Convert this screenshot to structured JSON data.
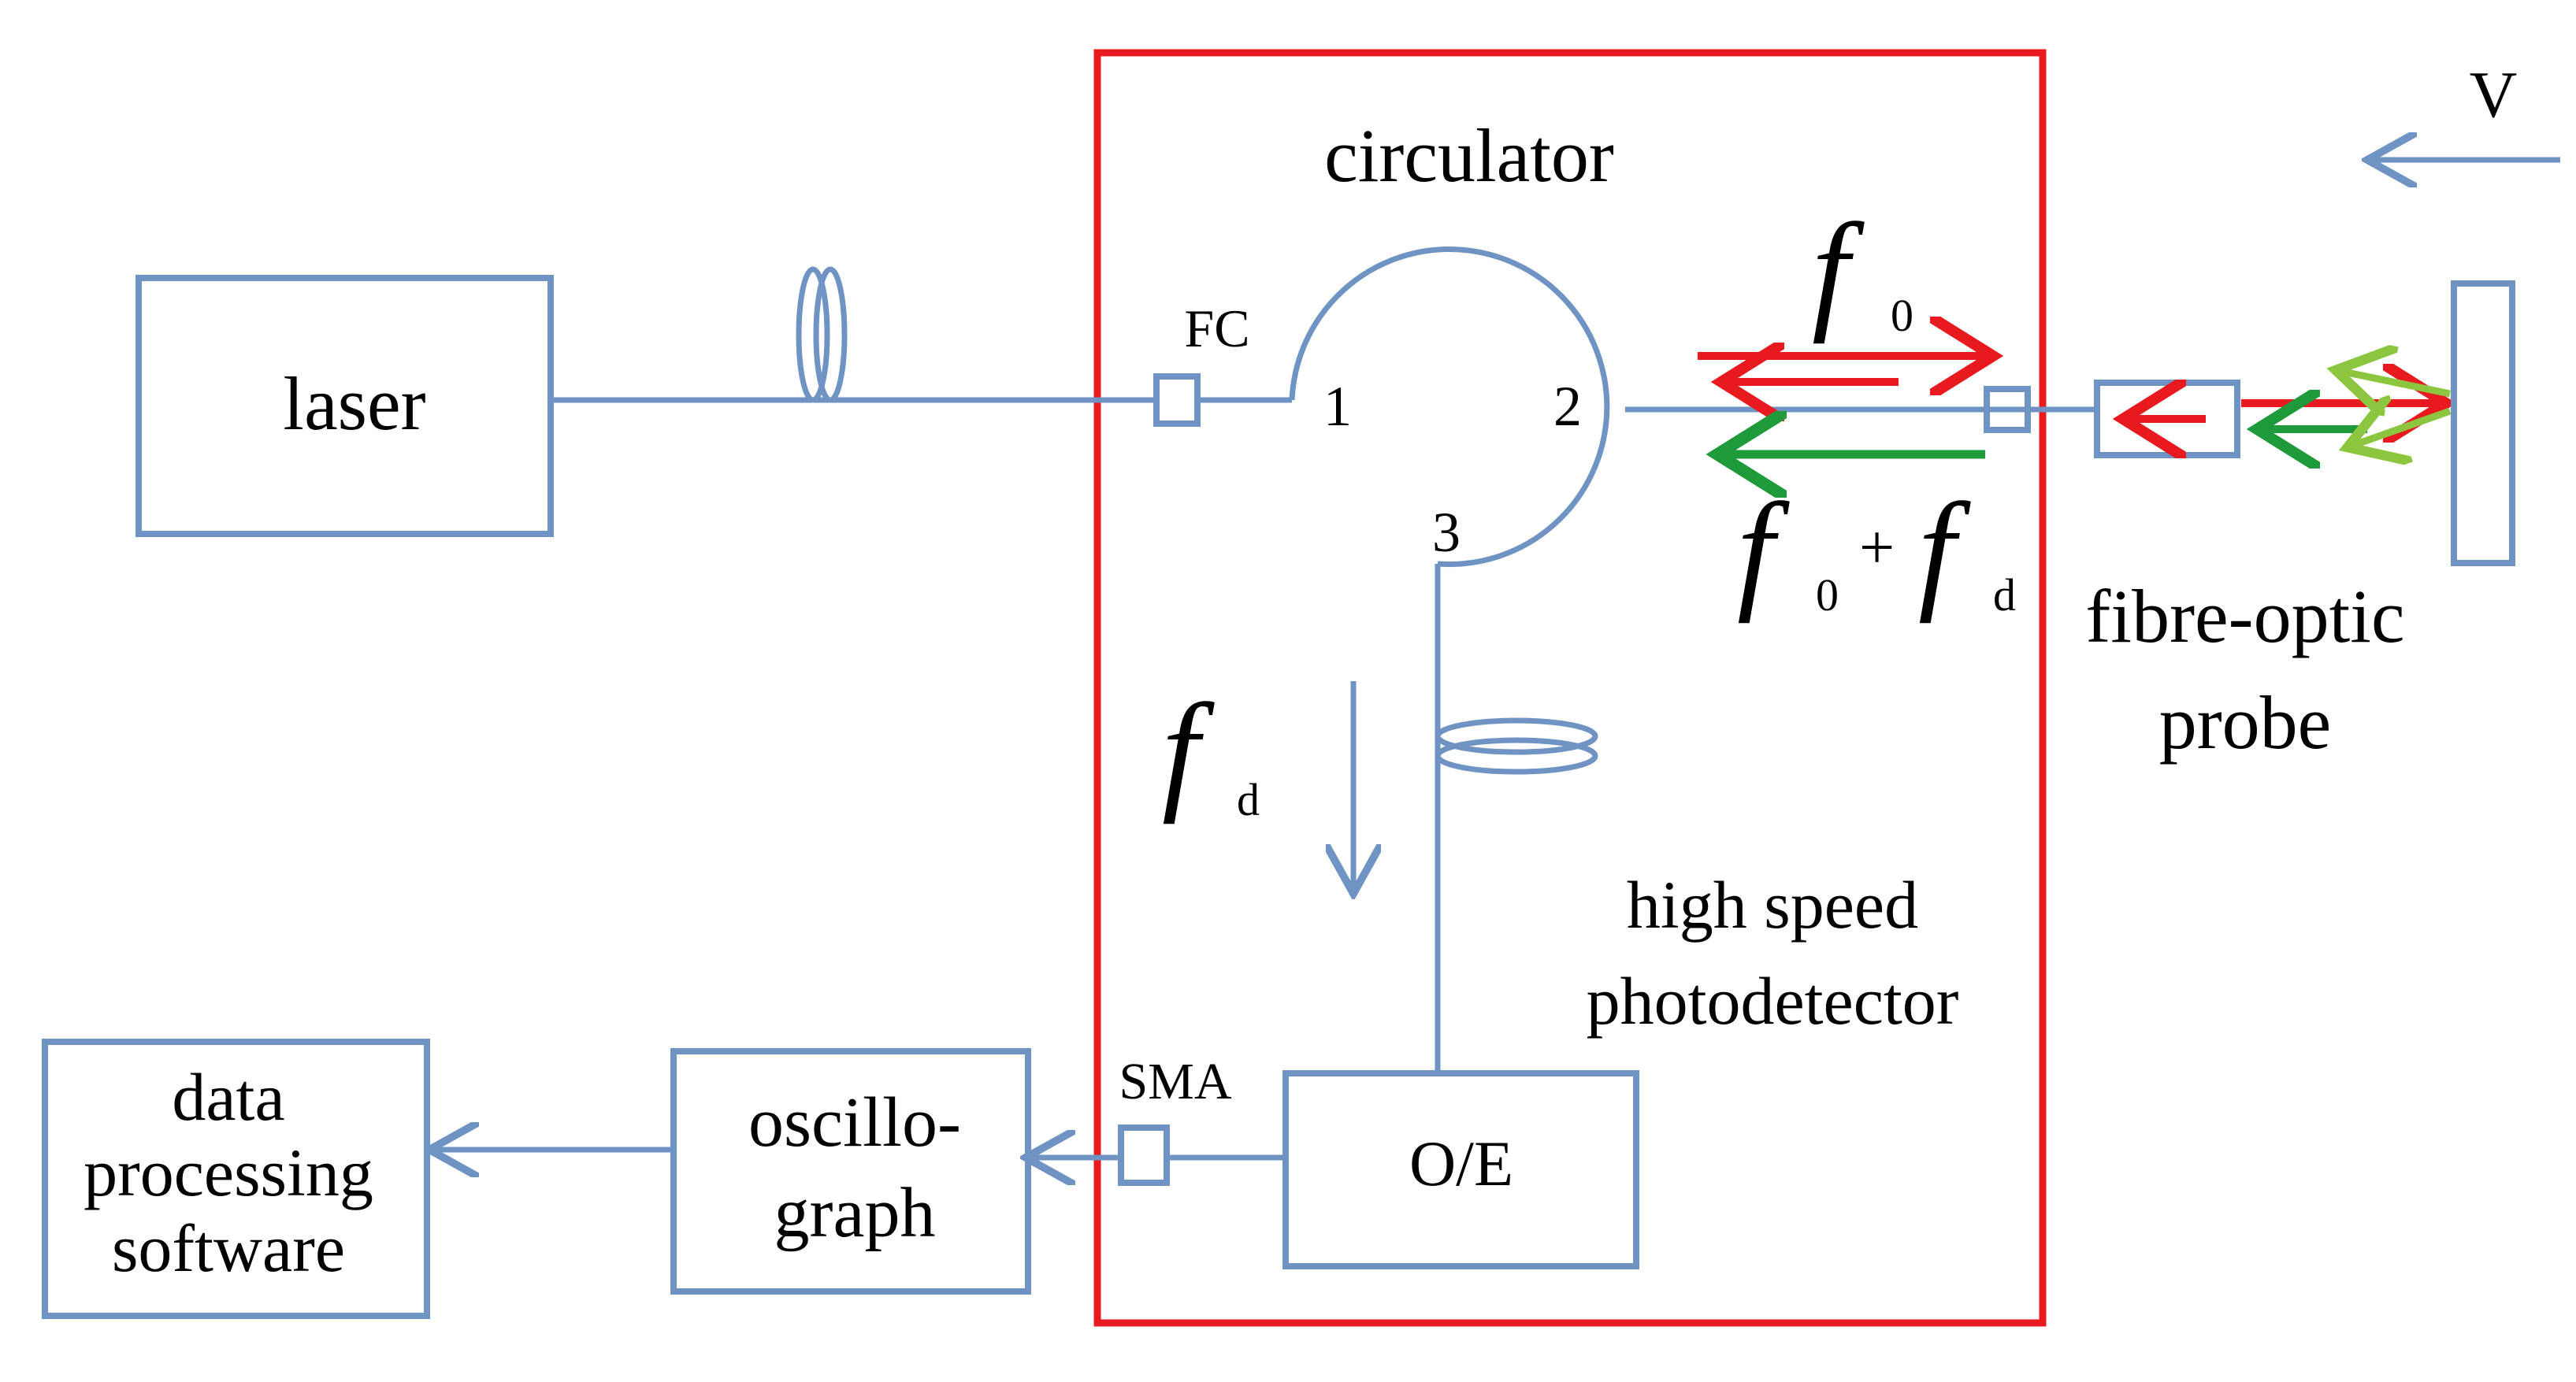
{
  "labels": {
    "laser": "laser",
    "circulator": "circulator",
    "fc": "FC",
    "port1": "1",
    "port2": "2",
    "port3": "3",
    "f0": "f",
    "f0_sub": "0",
    "f0_plus": "+",
    "fd_main": "f",
    "fd_sub": "d",
    "fd_side": "f",
    "fd_side_sub": "d",
    "velocity": "V",
    "probe_line1": "fibre-optic",
    "probe_line2": "probe",
    "photodetector_line1": "high speed",
    "photodetector_line2": "photodetector",
    "oe": "O/E",
    "sma": "SMA",
    "osc_line1": "oscillo-",
    "osc_line2": "graph",
    "data_line1": "data",
    "data_line2": "processing",
    "data_line3": "software"
  },
  "colors": {
    "component": "#6f93c2",
    "enclosure": "#e8191f",
    "forward_beam": "#e8191f",
    "return_beam": "#1f9a3a",
    "scattered_beam": "#8cc63f"
  }
}
